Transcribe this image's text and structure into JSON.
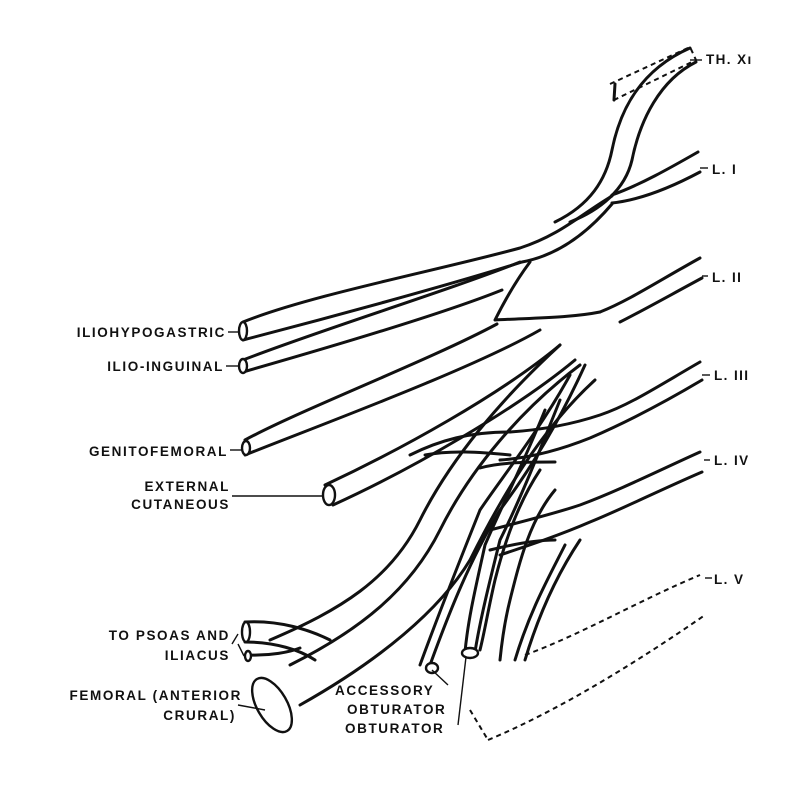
{
  "roots": {
    "th12": "TH. Xı",
    "l1": "L. I",
    "l2": "L. II",
    "l3": "L. III",
    "l4": "L. IV",
    "l5": "L. V"
  },
  "branches": {
    "iliohypogastric": "ILIOHYPOGASTRIC",
    "ilioinguinal": "ILIO-INGUINAL",
    "genitofemoral": "GENITOFEMORAL",
    "external_cutaneous_1": "EXTERNAL",
    "external_cutaneous_2": "CUTANEOUS",
    "psoas_iliacus_1": "TO PSOAS AND",
    "psoas_iliacus_2": "ILIACUS",
    "femoral_1": "FEMORAL (ANTERIOR",
    "femoral_2": "CRURAL)",
    "accessory_obturator_1": "ACCESSORY",
    "accessory_obturator_2": "OBTURATOR",
    "obturator": "OBTURATOR"
  }
}
